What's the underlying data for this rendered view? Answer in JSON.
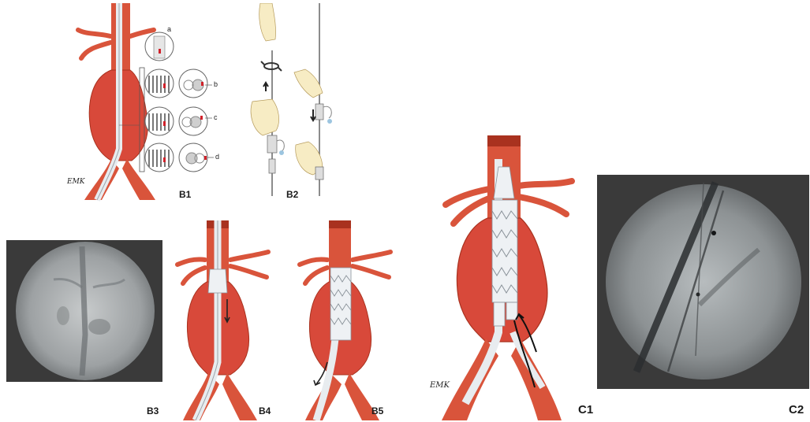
{
  "panels": {
    "b1": {
      "label": "B1",
      "signature": "EMK",
      "callouts": [
        "a",
        "b",
        "c",
        "d"
      ]
    },
    "b2": {
      "label": "B2"
    },
    "b3": {
      "label": "B3"
    },
    "b4": {
      "label": "B4"
    },
    "b5": {
      "label": "B5"
    },
    "c1": {
      "label": "C1",
      "signature": "EMK"
    },
    "c2": {
      "label": "C2"
    }
  },
  "colors": {
    "vessel": "#d9543b",
    "vessel_dark": "#a9321f",
    "aneurysm": "#d8493a",
    "aneurysm_dark": "#b33a2b",
    "catheter": "#d8dde2",
    "stent": "#eef1f4",
    "fluoro_frame": "#3b3b3b",
    "marker_red": "#d0212a"
  },
  "icons": [
    "arrow-down-icon",
    "arrow-up-icon",
    "curved-arrow-icon",
    "hand-icon",
    "rotate-icon"
  ]
}
